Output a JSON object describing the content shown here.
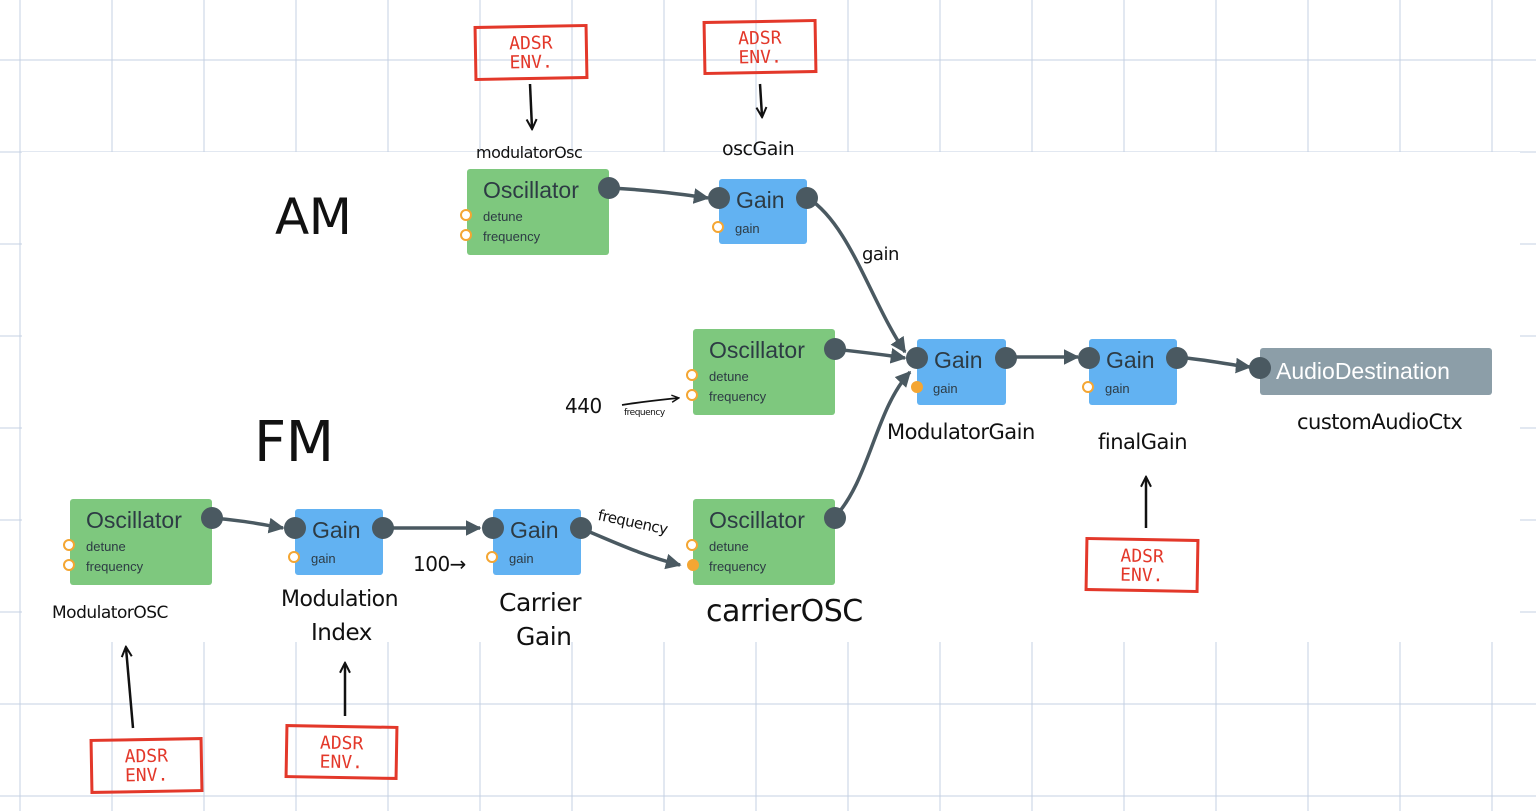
{
  "nodes": {
    "am_modulator_osc": {
      "title": "Oscillator",
      "params": [
        "detune",
        "frequency"
      ]
    },
    "am_osc_gain": {
      "title": "Gain",
      "params": [
        "gain"
      ]
    },
    "carrier_osc_am": {
      "title": "Oscillator",
      "params": [
        "detune",
        "frequency"
      ]
    },
    "modulator_gain": {
      "title": "Gain",
      "params": [
        "gain"
      ]
    },
    "final_gain": {
      "title": "Gain",
      "params": [
        "gain"
      ]
    },
    "audio_destination": {
      "title": "AudioDestination"
    },
    "fm_modulator_osc": {
      "title": "Oscillator",
      "params": [
        "detune",
        "frequency"
      ]
    },
    "modulation_index": {
      "title": "Gain",
      "params": [
        "gain"
      ]
    },
    "carrier_gain": {
      "title": "Gain",
      "params": [
        "gain"
      ]
    },
    "carrier_osc": {
      "title": "Oscillator",
      "params": [
        "detune",
        "frequency"
      ]
    }
  },
  "annotations": {
    "am_label": "AM",
    "fm_label": "FM",
    "modulator_osc_top": "modulatorOsc",
    "osc_gain": "oscGain",
    "gain_wire": "gain",
    "freq_value": "440",
    "freq_value_target": "frequency",
    "modulator_gain": "ModulatorGain",
    "final_gain": "finalGain",
    "custom_audio_ctx": "customAudioCtx",
    "modulator_osc_bottom": "ModulatorOSC",
    "modulation_index_1": "Modulation",
    "modulation_index_2": "Index",
    "carrier_gain_1": "Carrier",
    "carrier_gain_2": "Gain",
    "carrier_osc": "carrierOSC",
    "hundred": "100→",
    "frequency_wire": "frequency"
  },
  "envelope": {
    "line1": "ADSR",
    "line2": "ENV."
  },
  "colors": {
    "oscillator": "#7ec87e",
    "gain": "#62b2f2",
    "destination": "#8c9ea8",
    "port_in": "#f4a633",
    "port_out": "#4a5961",
    "wire": "#4a5961",
    "envelope": "#e3382a",
    "grid": "#c4d0e3"
  }
}
